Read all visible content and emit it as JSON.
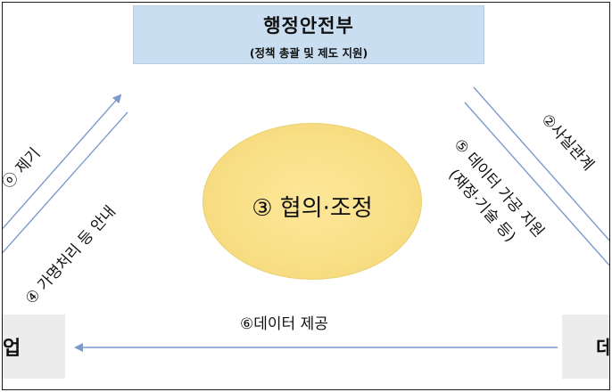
{
  "ministry": {
    "title": "행정안전부",
    "subtitle": "(정책 총괄 및 제도 지원)"
  },
  "center": {
    "label": "③ 협의·조정"
  },
  "left_box": {
    "label": "업"
  },
  "right_box": {
    "label": "데"
  },
  "edges": {
    "left_outer": "ⓞ 제기",
    "left_inner": "④ 가명처리 등 안내",
    "right_outer": "②사실관계",
    "right_inner": "⑤ 데이터 가공 지원",
    "right_inner_sub": "(재정·기술 등)",
    "bottom": "⑥데이터 제공"
  },
  "colors": {
    "ministry_fill": "#c9def0",
    "circle_fill": "#f9df86",
    "arrow_line": "#7a9bc9",
    "box_fill": "#ececec"
  }
}
